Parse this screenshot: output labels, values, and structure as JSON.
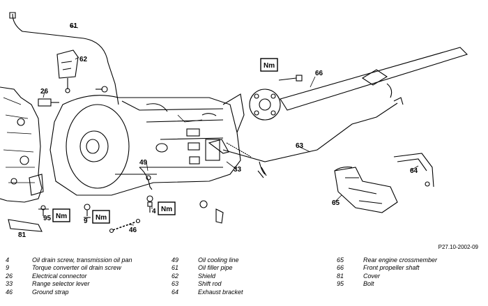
{
  "figure_ref": "P27.10-2002-09",
  "torque_badge": "Nm",
  "callouts": {
    "c61": "61",
    "c62": "62",
    "c26": "26",
    "c66": "66",
    "c63": "63",
    "c33": "33",
    "c49": "49",
    "c64": "64",
    "c65": "65",
    "c9": "9",
    "c4": "4",
    "c95": "95",
    "c81": "81",
    "c46": "46"
  },
  "legend": {
    "col1": [
      {
        "num": "4",
        "label": "Oil drain screw, transmission oil pan"
      },
      {
        "num": "9",
        "label": "Torque converter oil drain screw"
      },
      {
        "num": "26",
        "label": "Electrical connector"
      },
      {
        "num": "33",
        "label": "Range selector lever"
      },
      {
        "num": "46",
        "label": "Ground strap"
      }
    ],
    "col2": [
      {
        "num": "49",
        "label": "Oil cooling line"
      },
      {
        "num": "61",
        "label": "Oil filler pipe"
      },
      {
        "num": "62",
        "label": "Shield"
      },
      {
        "num": "63",
        "label": "Shift rod"
      },
      {
        "num": "64",
        "label": "Exhaust bracket"
      }
    ],
    "col3": [
      {
        "num": "65",
        "label": "Rear engine crossmember"
      },
      {
        "num": "66",
        "label": "Front propeller shaft"
      },
      {
        "num": "81",
        "label": "Cover"
      },
      {
        "num": "95",
        "label": "Bolt"
      }
    ]
  }
}
